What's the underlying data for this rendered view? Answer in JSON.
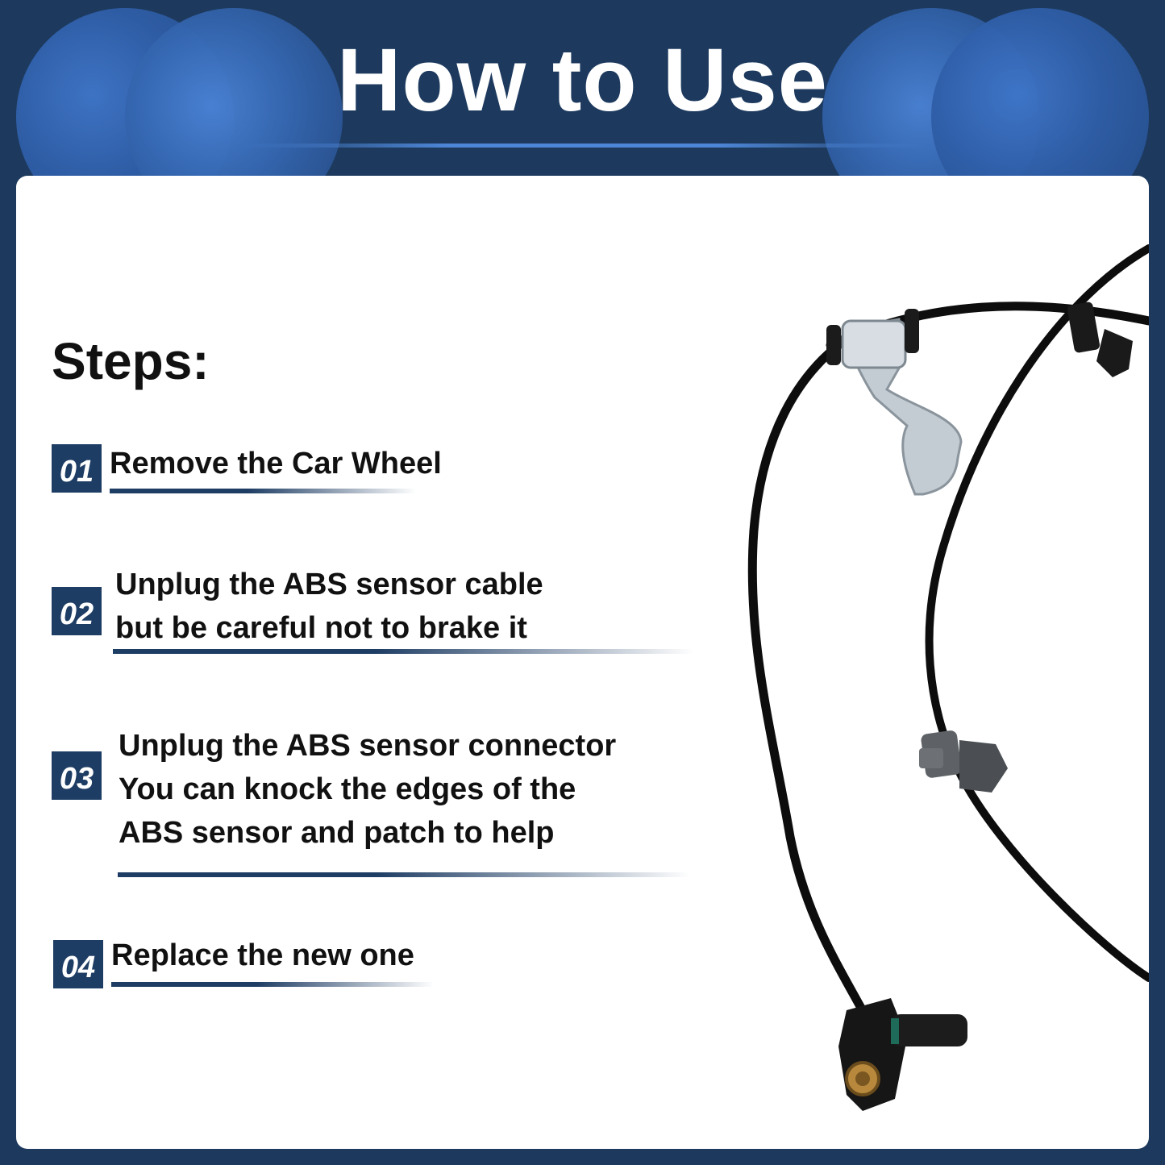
{
  "header": {
    "title": "How to Use"
  },
  "steps_heading": "Steps:",
  "steps": [
    {
      "number": "01",
      "lines": [
        "Remove the Car Wheel"
      ]
    },
    {
      "number": "02",
      "lines": [
        "Unplug the ABS sensor cable",
        "but be careful not to brake it"
      ]
    },
    {
      "number": "03",
      "lines": [
        "Unplug the ABS sensor connector",
        "You can knock the edges of the",
        "ABS sensor and patch to help"
      ]
    },
    {
      "number": "04",
      "lines": [
        "Replace the new one"
      ]
    }
  ],
  "colors": {
    "navy": "#1d3a5e",
    "badge": "#1e3d64",
    "accent_blue": "#3466b0",
    "panel": "#ffffff"
  },
  "image": {
    "subject": "abs-sensor-cable"
  }
}
